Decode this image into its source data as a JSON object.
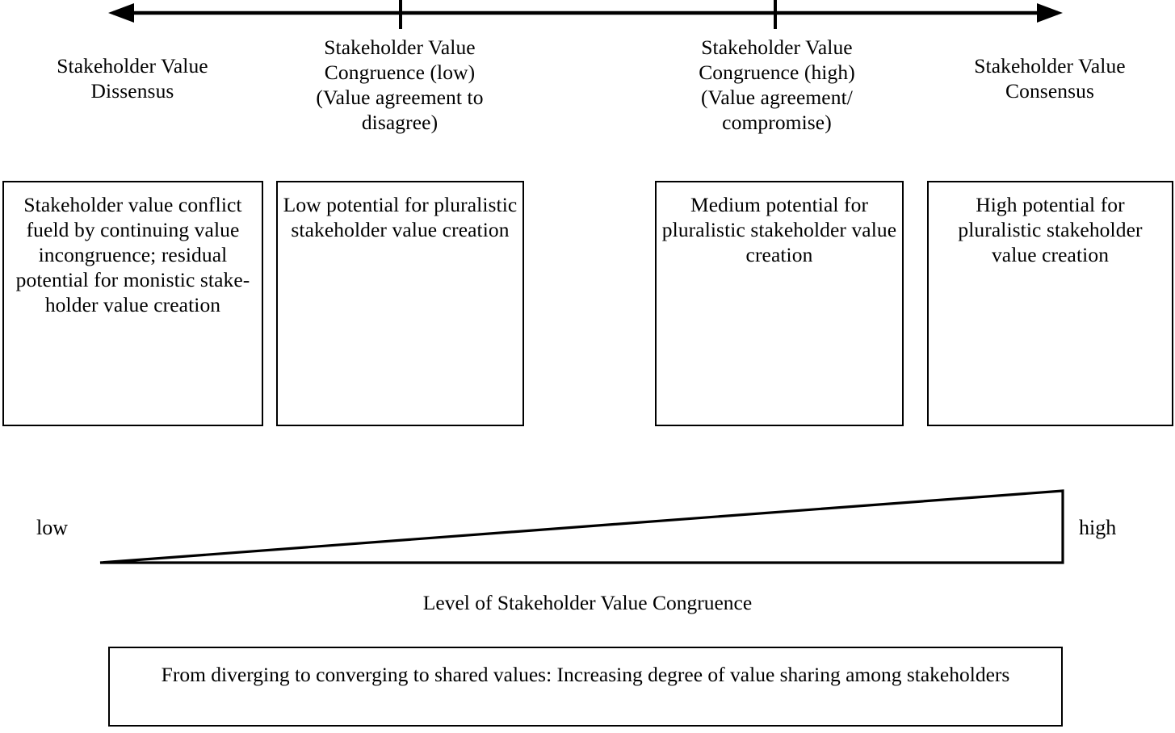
{
  "diagram": {
    "axis": {
      "name": "stakeholder-value-continuum-axis",
      "left_arrow": "left-arrowhead",
      "right_arrow": "right-arrowhead",
      "tick_count": 2
    },
    "stages": [
      {
        "label": "Stakeholder Value\nDissensus"
      },
      {
        "label": "Stakeholder Value\nCongruence (low)\n(Value agreement to\ndisagree)"
      },
      {
        "label": "Stakeholder Value\nCongruence (high)\n(Value agreement/\ncompromise)"
      },
      {
        "label": "Stakeholder Value\nConsensus"
      }
    ],
    "outcomes": [
      {
        "text": "Stakeholder value conflict fueld by continuing value incongruence; residual potential for monistic stake-holder value creation"
      },
      {
        "text": "Low potential for pluralistic stakeholder value creation"
      },
      {
        "text": "Medium potential for pluralistic stakeholder value creation"
      },
      {
        "text": "High potential for pluralistic stakeholder value creation"
      }
    ],
    "wedge": {
      "low_label": "low",
      "high_label": "high",
      "caption": "Level of Stakeholder Value Congruence"
    },
    "summary": {
      "text": "From diverging to converging to shared values: Increasing degree of value sharing among stakeholders"
    },
    "colors": {
      "stroke": "#000000",
      "background": "#ffffff"
    }
  }
}
